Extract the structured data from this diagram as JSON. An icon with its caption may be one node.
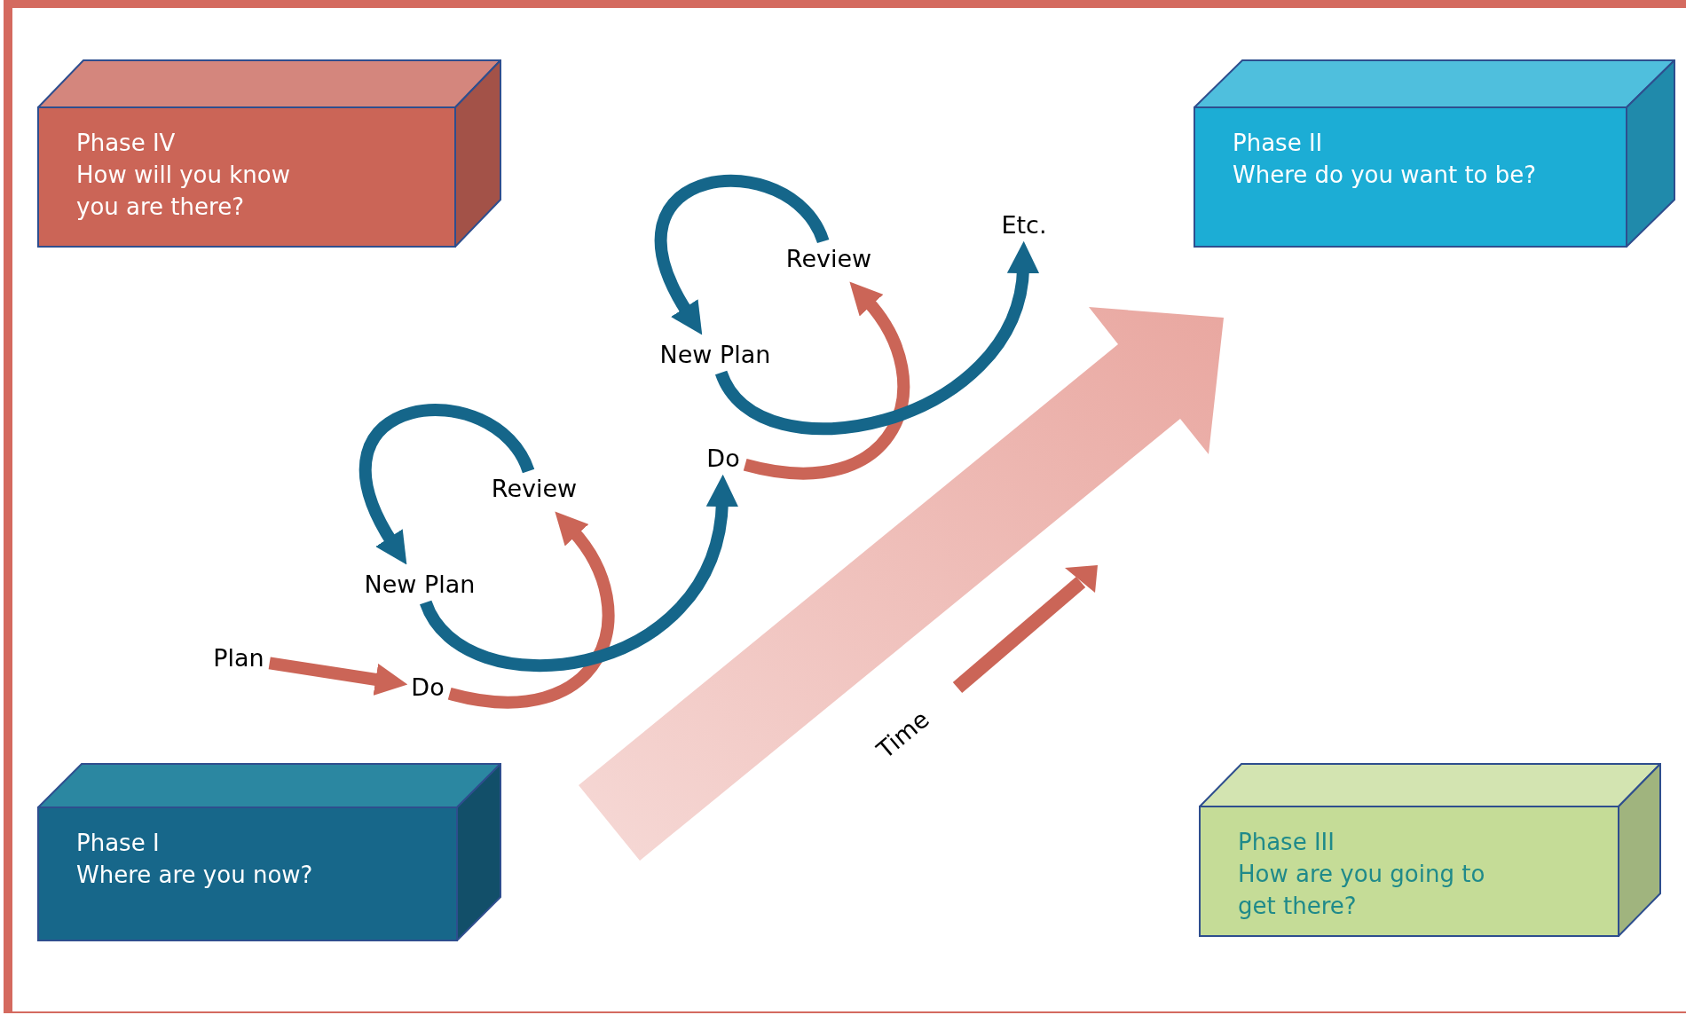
{
  "diagram": {
    "nodes": [
      {
        "text": [
          "Phase IV",
          "How will you know you are there?"
        ]
      },
      {
        "text": [
          "Phase II",
          "Where do you want to be?"
        ]
      },
      {
        "text": [
          "Phase I",
          "Where are you now?"
        ]
      },
      {
        "text": [
          "Phase III",
          "How are you going to get there?"
        ]
      },
      {
        "text": [
          "Plan"
        ]
      },
      {
        "text": [
          "Do"
        ]
      },
      {
        "text": [
          "New Plan"
        ]
      },
      {
        "text": [
          "Review"
        ]
      },
      {
        "text": [
          "Do"
        ]
      },
      {
        "text": [
          "New Plan"
        ]
      },
      {
        "text": [
          "Review"
        ]
      },
      {
        "text": [
          "Etc."
        ]
      }
    ],
    "edges": [
      {
        "from": 4,
        "to": 5,
        "arrow": "to",
        "color": "#cb6557"
      },
      {
        "from": 5,
        "to": 7,
        "arrow": "to",
        "color": "#cb6557"
      },
      {
        "from": 7,
        "to": 6,
        "arrow": "to",
        "color": "#15668a"
      },
      {
        "from": 6,
        "to": 8,
        "arrow": "to",
        "color": "#15668a"
      },
      {
        "from": 8,
        "to": 10,
        "arrow": "to",
        "color": "#cb6557"
      },
      {
        "from": 10,
        "to": 9,
        "arrow": "to",
        "color": "#15668a"
      },
      {
        "from": 9,
        "to": 11,
        "arrow": "to",
        "color": "#15668a"
      }
    ],
    "labels": [
      "Time"
    ]
  }
}
